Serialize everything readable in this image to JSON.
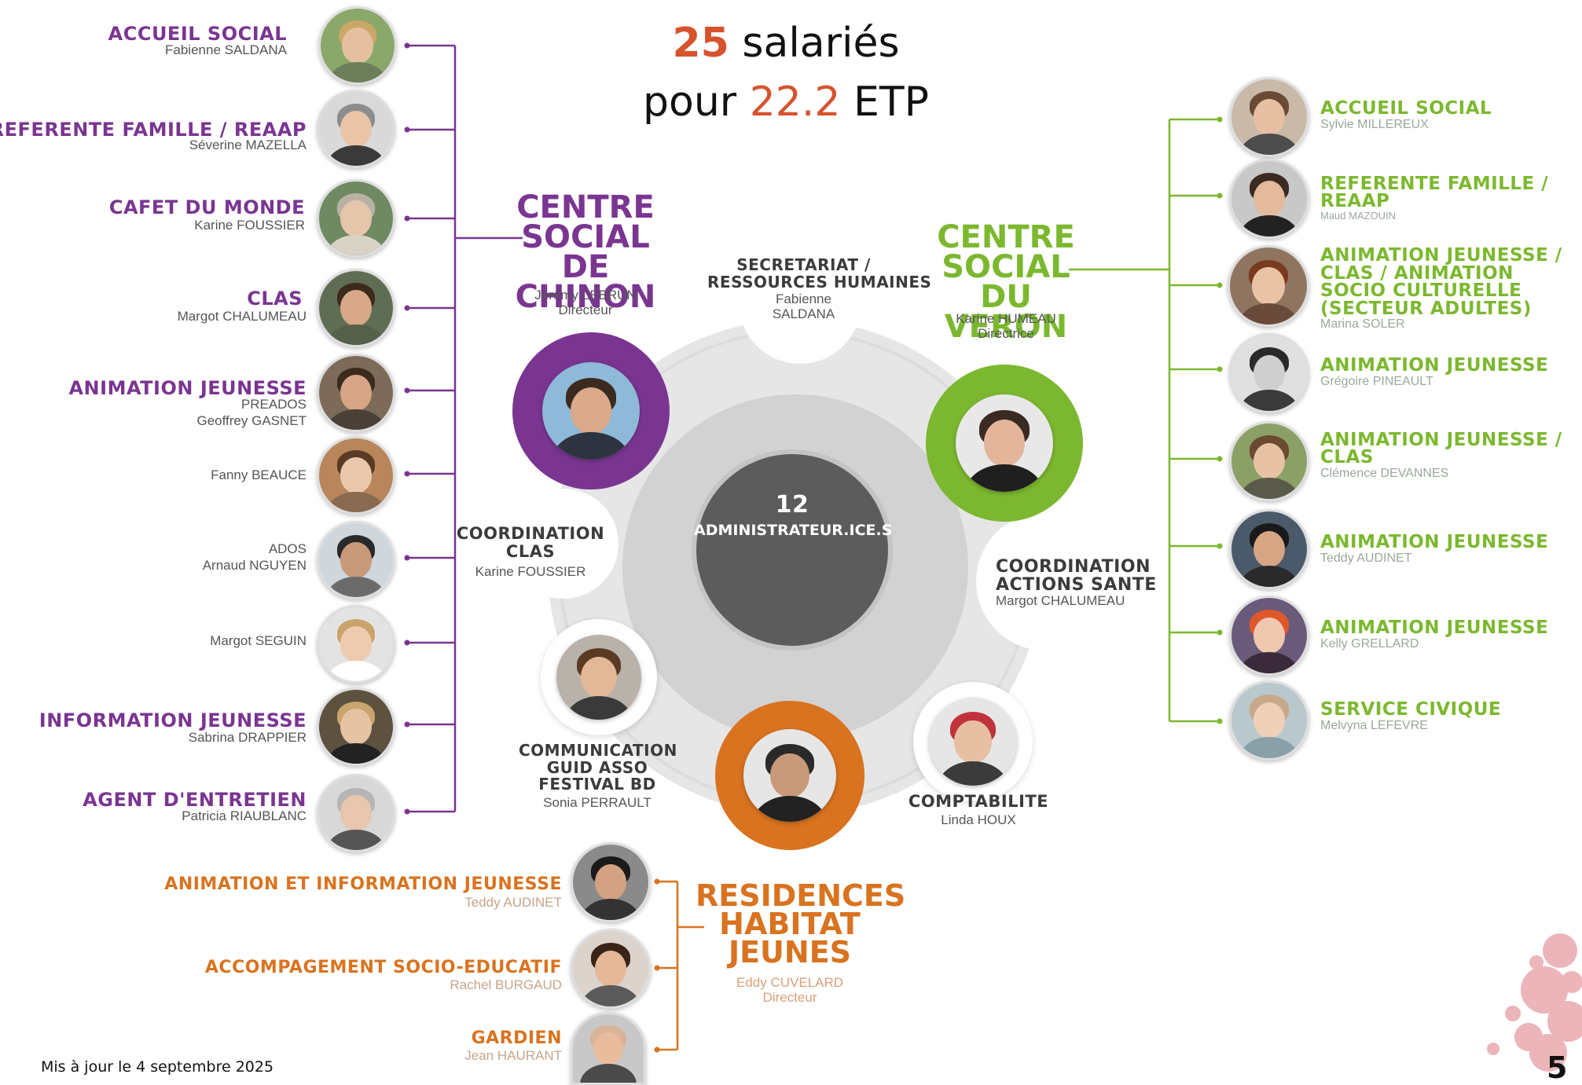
{
  "headline": {
    "line1_number": "25",
    "line1_text": " salariés",
    "line2_prefix": "pour ",
    "line2_number": "22.2",
    "line2_suffix": " ETP"
  },
  "center": {
    "count": "12",
    "label": "ADMINISTRATEUR.ICE.S"
  },
  "chinon": {
    "title_lines": [
      "CENTRE",
      "SOCIAL",
      "DE CHINON"
    ],
    "director_name": "Jérémy LEBRUN",
    "director_role": "Directeur",
    "staff": [
      {
        "title": "ACCUEIL SOCIAL",
        "name": "Fabienne SALDANA"
      },
      {
        "title": "REFERENTE FAMILLE / REAAP",
        "name": "Séverine MAZELLA"
      },
      {
        "title": "CAFET DU MONDE",
        "name": "Karine FOUSSIER"
      },
      {
        "title": "CLAS",
        "name": "Margot CHALUMEAU"
      },
      {
        "title": "ANIMATION JEUNESSE",
        "extra": "PREADOS",
        "name": "Geoffrey GASNET"
      },
      {
        "title": "",
        "name": "Fanny BEAUCE"
      },
      {
        "title": "",
        "extra": "ADOS",
        "name": "Arnaud  NGUYEN"
      },
      {
        "title": "",
        "name": "Margot SEGUIN"
      },
      {
        "title": "INFORMATION JEUNESSE",
        "name": "Sabrina DRAPPIER"
      },
      {
        "title": "AGENT D'ENTRETIEN",
        "name": "Patricia RIAUBLANC"
      }
    ]
  },
  "veron": {
    "title_lines": [
      "CENTRE",
      "SOCIAL",
      "DU VERON"
    ],
    "director_name": "Karine HUMEAU",
    "director_role": "Directrice",
    "staff": [
      {
        "title_lines": [
          "ACCUEIL SOCIAL"
        ],
        "name": "Sylvie MILLEREUX"
      },
      {
        "title_lines": [
          "REFERENTE FAMILLE /",
          "REAAP"
        ],
        "name": "Maud MAZOUIN"
      },
      {
        "title_lines": [
          "ANIMATION JEUNESSE /",
          "CLAS / ANIMATION",
          "SOCIO CULTURELLE",
          "(SECTEUR ADULTES)"
        ],
        "name": "Marina SOLER"
      },
      {
        "title_lines": [
          "ANIMATION JEUNESSE"
        ],
        "name": "Grégoire PINEAULT"
      },
      {
        "title_lines": [
          "ANIMATION JEUNESSE /",
          "CLAS"
        ],
        "name": "Clémence DEVANNES"
      },
      {
        "title_lines": [
          "ANIMATION JEUNESSE"
        ],
        "name": "Teddy AUDINET"
      },
      {
        "title_lines": [
          "ANIMATION JEUNESSE"
        ],
        "name": "Kelly GRELLARD"
      },
      {
        "title_lines": [
          "SERVICE CIVIQUE"
        ],
        "name": "Melvyna LEFEVRE"
      }
    ]
  },
  "shared": {
    "secretariat": {
      "title_lines": [
        "SECRETARIAT /",
        "RESSOURCES HUMAINES"
      ],
      "name_lines": [
        "Fabienne",
        "SALDANA"
      ]
    },
    "coord_clas": {
      "title_lines": [
        "COORDINATION",
        "CLAS"
      ],
      "name": "Karine FOUSSIER"
    },
    "coord_sante": {
      "title_lines": [
        "COORDINATION",
        "ACTIONS SANTE"
      ],
      "name": "Margot CHALUMEAU"
    },
    "communication": {
      "title_lines": [
        "COMMUNICATION",
        "GUID ASSO",
        "FESTIVAL BD"
      ],
      "name": "Sonia PERRAULT"
    },
    "comptabilite": {
      "title": "COMPTABILITE",
      "name": "Linda HOUX"
    }
  },
  "rhj": {
    "title_lines": [
      "RESIDENCES",
      "HABITAT",
      "JEUNES"
    ],
    "director_name": "Eddy CUVELARD",
    "director_role": "Directeur",
    "staff": [
      {
        "title": "ANIMATION ET INFORMATION JEUNESSE",
        "name": "Teddy AUDINET"
      },
      {
        "title": "ACCOMPAGEMENT SOCIO-EDUCATIF",
        "name": "Rachel  BURGAUD"
      },
      {
        "title": "GARDIEN",
        "name": "Jean HAURANT"
      }
    ]
  },
  "footer": {
    "updated": "Mis à jour le 4 septembre 2025",
    "page_number": "5"
  },
  "colors": {
    "purple": "#7a3591",
    "green": "#7cb82f",
    "orange": "#d9731f",
    "accent_red": "#d6532e",
    "gear": "#e3e3e3",
    "hub": "#5c5c5c"
  }
}
